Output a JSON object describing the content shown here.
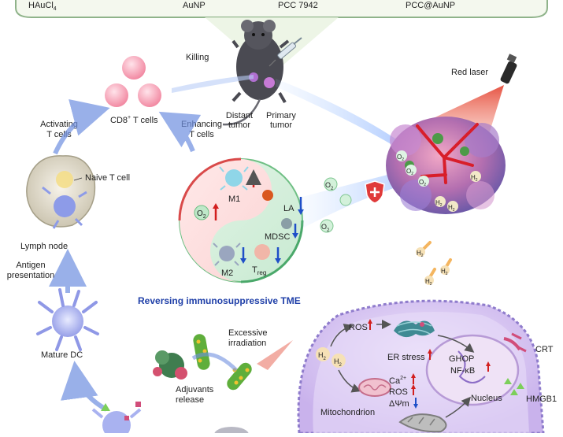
{
  "header": {
    "labels": [
      "HAuCl",
      "AuNP",
      "PCC 7942",
      "PCC@AuNP"
    ]
  },
  "cycle": {
    "killing": "Killing",
    "cd8": "CD8",
    "cd8_suffix": " T cells",
    "activating": [
      "Activating",
      "T cells"
    ],
    "enhancing": [
      "Enhancing",
      "T cells"
    ],
    "naive": "Naive T cell",
    "lymph_node": "Lymph node",
    "antigen": [
      "Antigen",
      "presentation"
    ],
    "mature_dc": "Mature DC"
  },
  "mouse": {
    "distant": [
      "Distant",
      "tumor"
    ],
    "primary": [
      "Primary",
      "tumor"
    ]
  },
  "laser": {
    "label": "Red laser"
  },
  "tme": {
    "m1": "M1",
    "la": "LA",
    "mdsc": "MDSC",
    "m2": "M2",
    "treg": "T",
    "treg_sub": "reg",
    "o2": "O",
    "title": "Reversing immunosuppressive TME"
  },
  "o2_label": "O",
  "h2_label": "H",
  "bottom": {
    "excessive": [
      "Excessive",
      "irradiation"
    ],
    "adjuvants": [
      "Adjuvants",
      "release"
    ]
  },
  "cell": {
    "ros": "ROS",
    "er_stress": "ER stress",
    "ghop": "GHOP",
    "nfkb": "NF-κB",
    "crt": "CRT",
    "ca": "Ca",
    "ros2": "ROS",
    "dpsi": "ΔΨm",
    "mito": "Mitochondrion",
    "nucleus": "Nucleus",
    "hmgb1": "HMGB1"
  },
  "colors": {
    "accent_blue": "#1f3fa8",
    "arrow_up": "#d21f1f",
    "arrow_down": "#1f4fc8",
    "yinyang_red": "#d94a4a",
    "yinyang_green": "#4aa86a"
  }
}
